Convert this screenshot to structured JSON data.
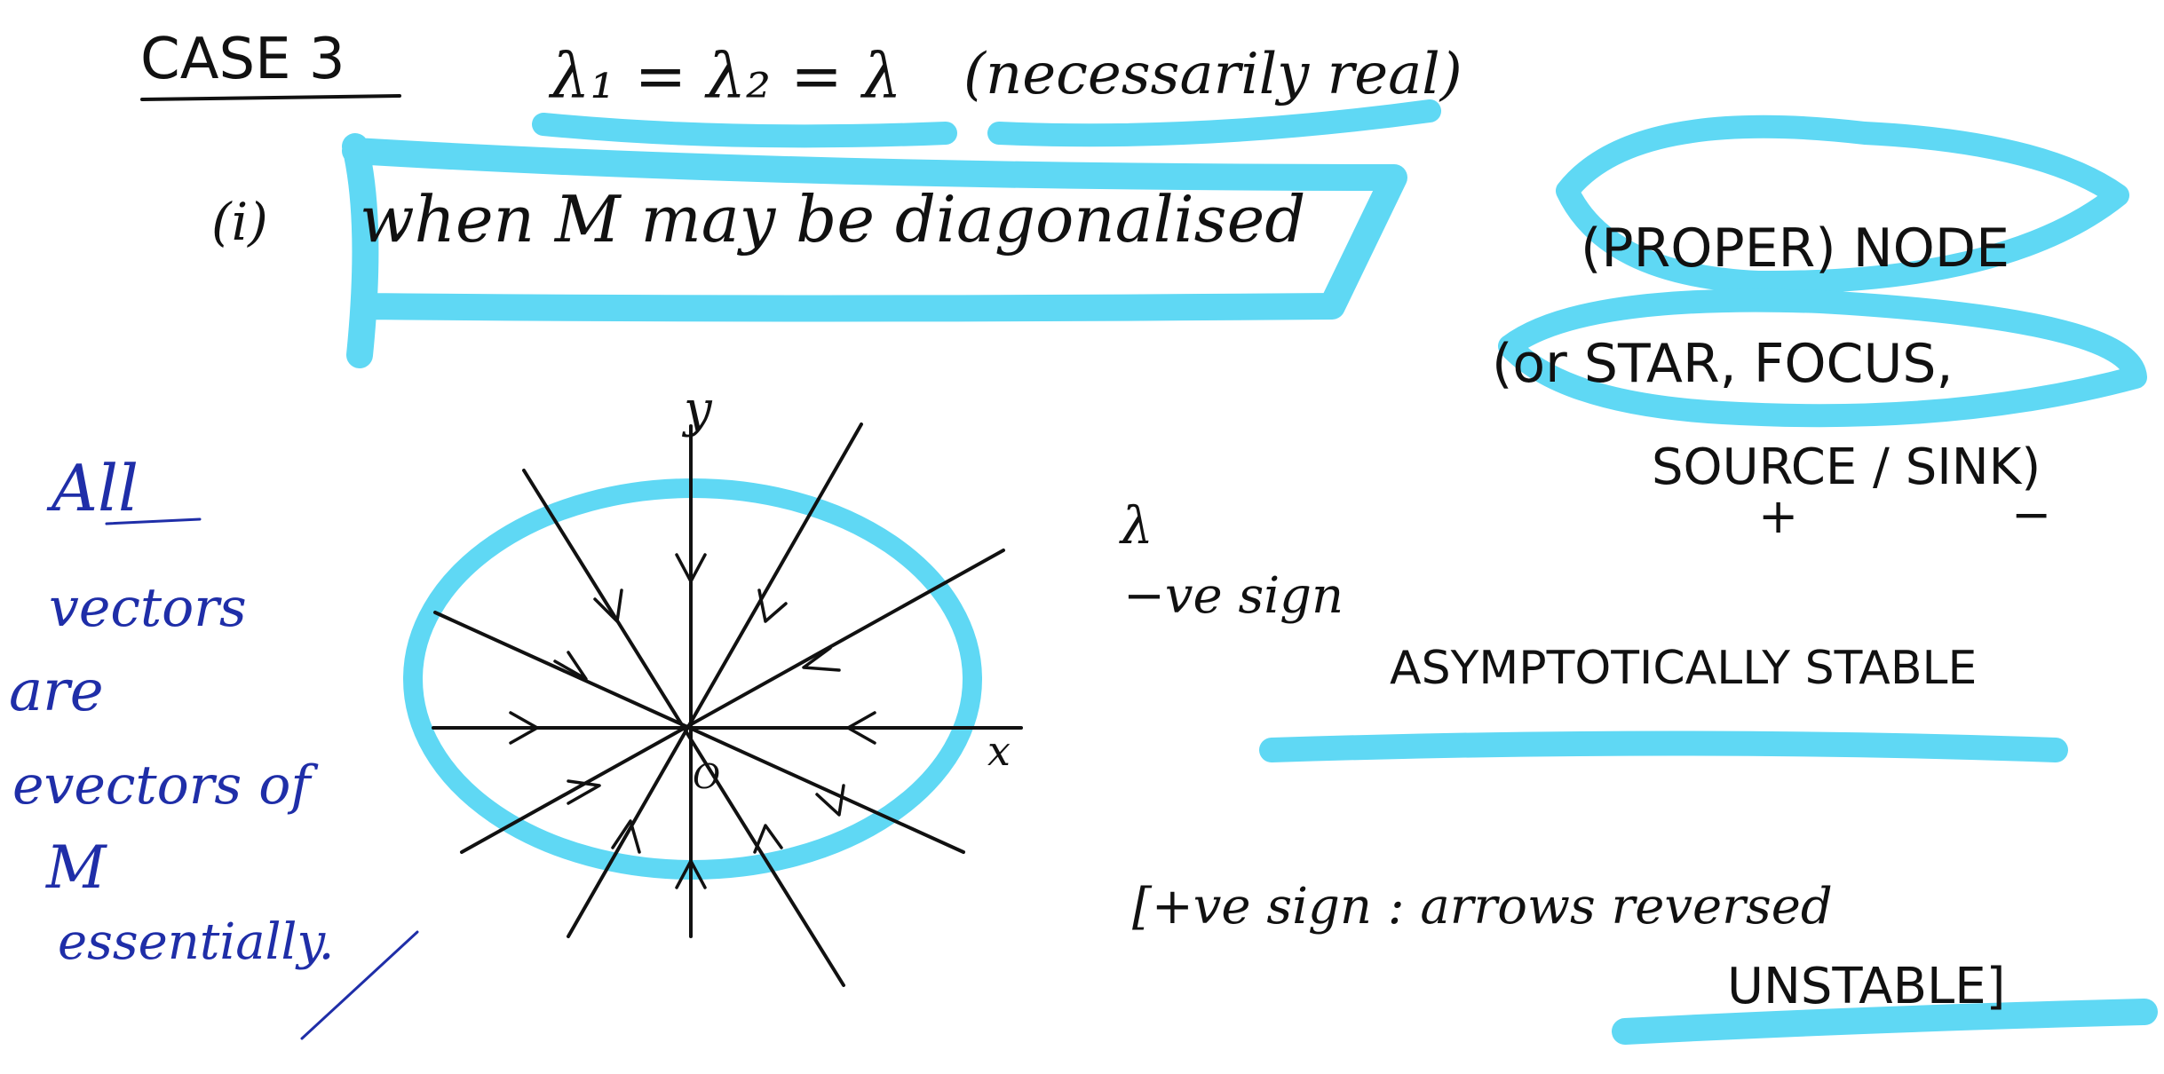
{
  "case_heading": "CASE 3",
  "eigen_condition": "λ₁ = λ₂ = λ",
  "eigen_note": "(necessarily real)",
  "sub_case_number": "(i)",
  "sub_case_text": "when M may be diagonalised",
  "node_title": "(PROPER) NODE",
  "node_alt_open": "(or STAR, FOCUS,",
  "node_alt_close": "SOURCE / SINK)",
  "source_sign": "+",
  "sink_sign": "−",
  "diagram": {
    "y_axis": "y",
    "x_axis": "x",
    "origin": "O"
  },
  "lambda_symbol": "λ",
  "neg_sign_note": "−ve sign",
  "stable_label": "ASYMPTOTICALLY STABLE",
  "pos_sign_note": "[+ve sign : arrows reversed",
  "unstable_label": "UNSTABLE]",
  "margin_note": [
    "All",
    "vectors",
    "are",
    "evectors of",
    "M",
    "essentially."
  ],
  "colors": {
    "highlight": "#5fd8f4",
    "ink": "#111111",
    "margin_ink": "#1f2ea8"
  }
}
